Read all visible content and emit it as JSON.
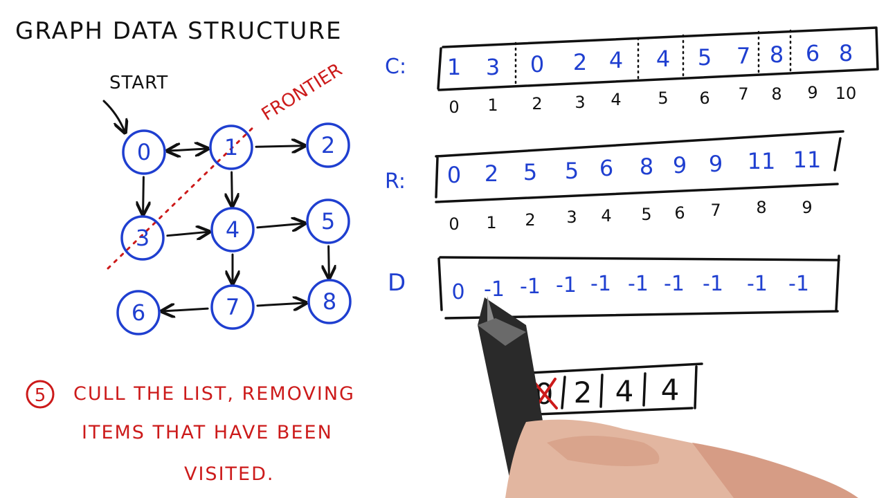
{
  "title": "GRAPH DATA STRUCTURE",
  "start_label": "START",
  "frontier_label": "FRONTIER",
  "colors": {
    "node": "#1f3fd0",
    "ink": "#111111",
    "annotation": "#cc1a1a"
  },
  "graph": {
    "nodes": [
      "0",
      "1",
      "2",
      "3",
      "4",
      "5",
      "6",
      "7",
      "8"
    ],
    "edges": [
      {
        "from": "0",
        "to": "1",
        "bidirectional": true
      },
      {
        "from": "1",
        "to": "2"
      },
      {
        "from": "0",
        "to": "3"
      },
      {
        "from": "1",
        "to": "4"
      },
      {
        "from": "3",
        "to": "4"
      },
      {
        "from": "4",
        "to": "5"
      },
      {
        "from": "4",
        "to": "7"
      },
      {
        "from": "5",
        "to": "8"
      },
      {
        "from": "7",
        "to": "6"
      },
      {
        "from": "7",
        "to": "8"
      }
    ]
  },
  "arrays": {
    "C": {
      "label": "C:",
      "values": [
        "1",
        "3",
        "0",
        "2",
        "4",
        "4",
        "5",
        "7",
        "8",
        "6",
        "8"
      ],
      "indices": [
        "0",
        "1",
        "2",
        "3",
        "4",
        "5",
        "6",
        "7",
        "8",
        "9",
        "10"
      ]
    },
    "R": {
      "label": "R:",
      "values": [
        "0",
        "2",
        "5",
        "5",
        "6",
        "8",
        "9",
        "9",
        "11",
        "11"
      ],
      "indices": [
        "0",
        "1",
        "2",
        "3",
        "4",
        "5",
        "6",
        "7",
        "8",
        "9"
      ]
    },
    "D": {
      "label": "D",
      "values": [
        "0",
        "-1",
        "-1",
        "-1",
        "-1",
        "-1",
        "-1",
        "-1",
        "-1",
        "-1"
      ]
    }
  },
  "frontier_list": {
    "values": [
      "0",
      "2",
      "4",
      "4"
    ],
    "crossed": [
      true,
      false,
      false,
      false
    ]
  },
  "step_note": {
    "number": "5",
    "lines": [
      "CULL THE LIST, REMOVING",
      "ITEMS THAT HAVE BEEN",
      "VISITED."
    ]
  }
}
